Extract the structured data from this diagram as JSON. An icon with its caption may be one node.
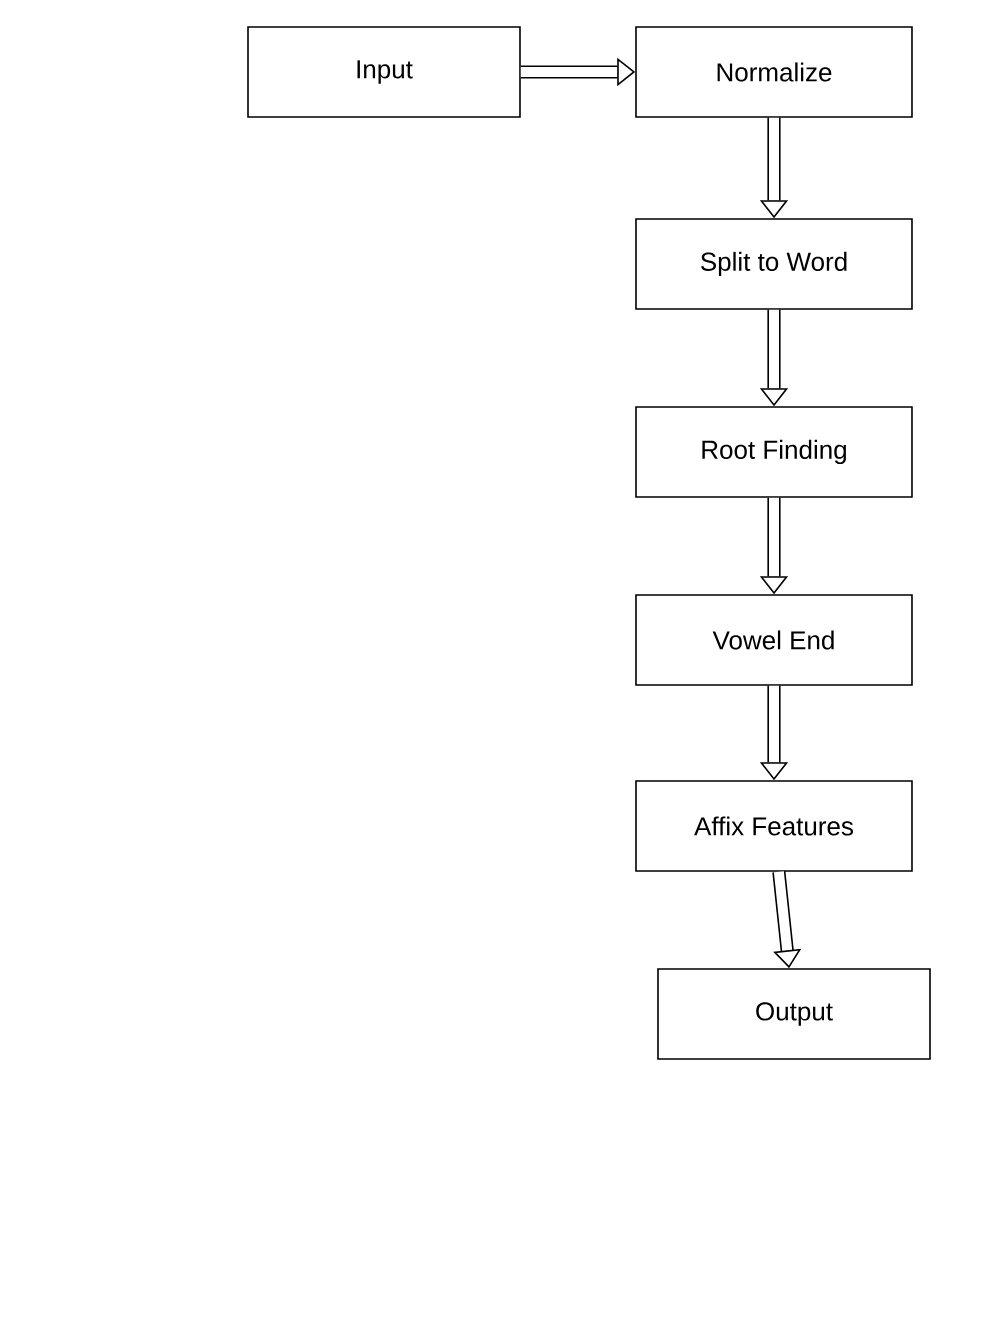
{
  "diagram": {
    "nodes": [
      {
        "text": [
          "Input"
        ]
      },
      {
        "text": [
          "Normalize"
        ]
      },
      {
        "text": [
          "Split to Word"
        ]
      },
      {
        "text": [
          "Root Finding"
        ]
      },
      {
        "text": [
          "Vowel End"
        ]
      },
      {
        "text": [
          "Affix Features"
        ]
      },
      {
        "text": [
          "Output"
        ]
      }
    ],
    "edges": [
      {
        "from": 0,
        "to": 1,
        "arrow": "to"
      },
      {
        "from": 1,
        "to": 2,
        "arrow": "to"
      },
      {
        "from": 2,
        "to": 3,
        "arrow": "to"
      },
      {
        "from": 3,
        "to": 4,
        "arrow": "to"
      },
      {
        "from": 4,
        "to": 5,
        "arrow": "to"
      },
      {
        "from": 5,
        "to": 6,
        "arrow": "to"
      }
    ]
  }
}
